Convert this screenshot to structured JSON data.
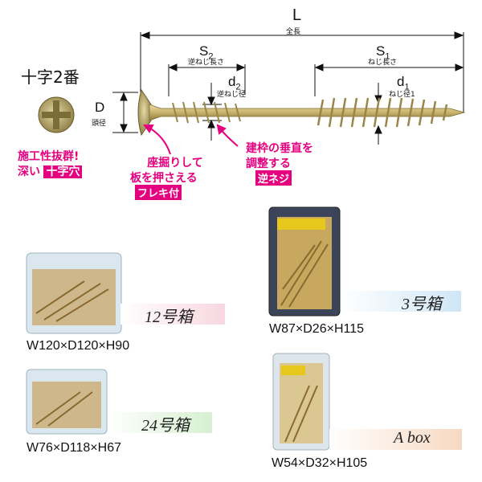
{
  "diagram": {
    "L": "L",
    "L_sub": "全長",
    "S2": "S",
    "S2_sub_num": "2",
    "S2_sub": "逆ねじ長さ",
    "S1": "S",
    "S1_sub_num": "1",
    "S1_sub": "ねじ長さ",
    "d2": "d",
    "d2_num": "2",
    "d2_sub": "逆ねじ径",
    "d1": "d",
    "d1_num": "1",
    "d1_sub": "ねじ径1",
    "D": "D",
    "D_sub": "頭径",
    "head_title": "十字2番"
  },
  "callouts": {
    "left_line1": "施工性抜群!",
    "left_line2": "深い",
    "left_tag": "十字穴",
    "mid_line1": "座掘りして",
    "mid_line2": "板を押さえる",
    "mid_tag": "フレキ付",
    "right_line1": "建枠の垂直を",
    "right_line2": "調整する",
    "right_tag": "逆ネジ"
  },
  "packages": [
    {
      "name": "12号箱",
      "size": "W120×D120×H90"
    },
    {
      "name": "3号箱",
      "size": "W87×D26×H115"
    },
    {
      "name": "24号箱",
      "size": "W76×D118×H67"
    },
    {
      "name": "A box",
      "size": "W54×D32×H105"
    }
  ],
  "colors": {
    "accent": "#e4007f",
    "screw": "#c9b26a"
  }
}
